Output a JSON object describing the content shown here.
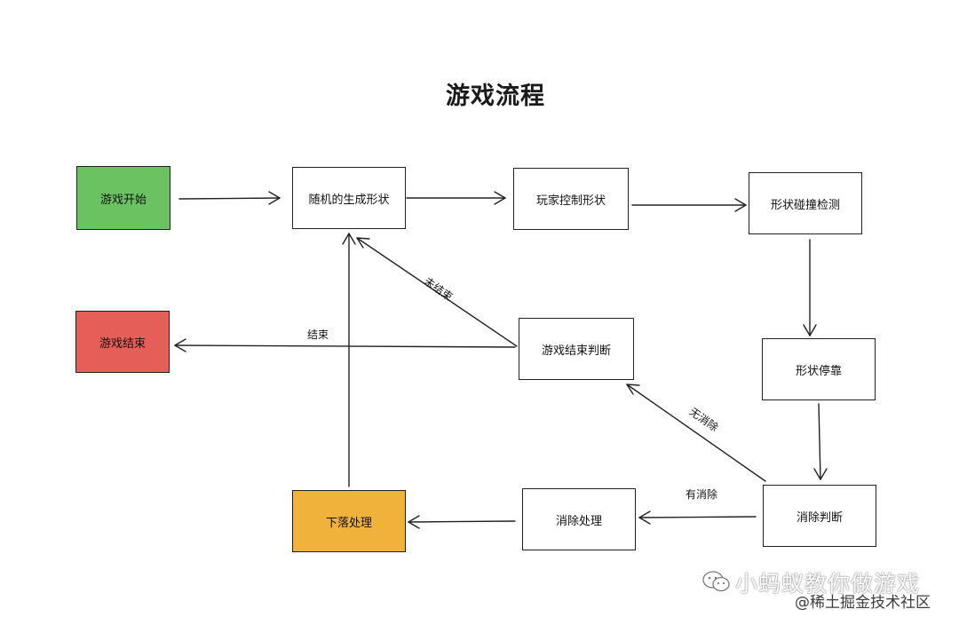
{
  "title": "游戏流程",
  "nodes": {
    "start": {
      "label": "游戏开始",
      "color": "#6ac261"
    },
    "random": {
      "label": "随机的生成形状"
    },
    "control": {
      "label": "玩家控制形状"
    },
    "collision": {
      "label": "形状碰撞检测"
    },
    "end": {
      "label": "游戏结束",
      "color": "#e65e58"
    },
    "judge_end": {
      "label": "游戏结束判断"
    },
    "dock": {
      "label": "形状停靠"
    },
    "fall": {
      "label": "下落处理",
      "color": "#f0b23b"
    },
    "eliminate": {
      "label": "消除处理"
    },
    "judge_elim": {
      "label": "消除判断"
    }
  },
  "edge_labels": {
    "not_ended": "未结束",
    "ended": "结束",
    "no_elim": "无消除",
    "has_elim": "有消除"
  },
  "watermark": {
    "line1": "小蚂蚁教你做游戏",
    "line2": "@稀土掘金技术社区"
  }
}
